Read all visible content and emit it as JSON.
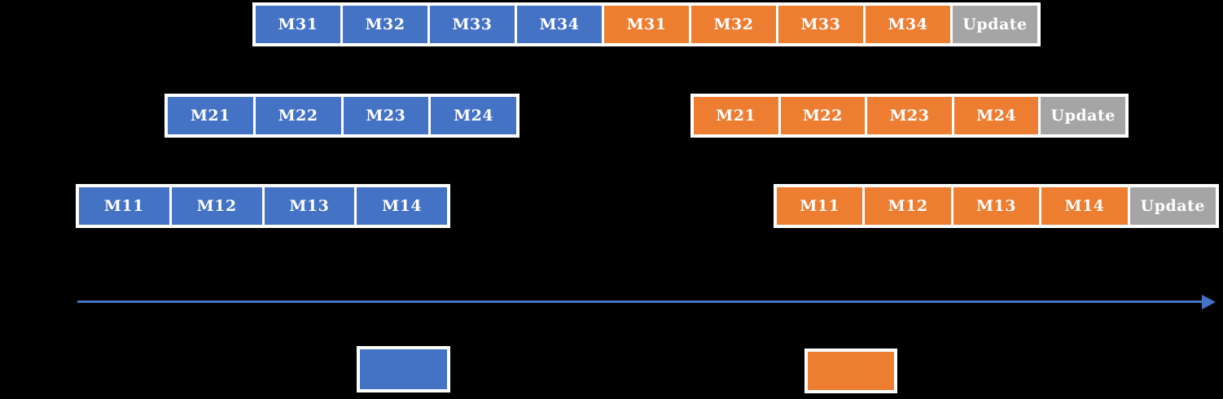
{
  "colors": {
    "background": "#000000",
    "blue": "#4472C4",
    "orange": "#ED7D31",
    "gray": "#A5A5A5",
    "frame": "#FFFFFF",
    "text": "#FFFFFF",
    "arrow": "#4472C4"
  },
  "bars": [
    {
      "id": "row3",
      "cells": [
        {
          "label": "M31",
          "color": "blue"
        },
        {
          "label": "M32",
          "color": "blue"
        },
        {
          "label": "M33",
          "color": "blue"
        },
        {
          "label": "M34",
          "color": "blue"
        },
        {
          "label": "M31",
          "color": "orange"
        },
        {
          "label": "M32",
          "color": "orange"
        },
        {
          "label": "M33",
          "color": "orange"
        },
        {
          "label": "M34",
          "color": "orange"
        },
        {
          "label": "Update",
          "color": "gray"
        }
      ]
    },
    {
      "id": "row2-blue",
      "cells": [
        {
          "label": "M21",
          "color": "blue"
        },
        {
          "label": "M22",
          "color": "blue"
        },
        {
          "label": "M23",
          "color": "blue"
        },
        {
          "label": "M24",
          "color": "blue"
        }
      ]
    },
    {
      "id": "row2-orange",
      "cells": [
        {
          "label": "M21",
          "color": "orange"
        },
        {
          "label": "M22",
          "color": "orange"
        },
        {
          "label": "M23",
          "color": "orange"
        },
        {
          "label": "M24",
          "color": "orange"
        },
        {
          "label": "Update",
          "color": "gray"
        }
      ]
    },
    {
      "id": "row1-blue",
      "cells": [
        {
          "label": "M11",
          "color": "blue"
        },
        {
          "label": "M12",
          "color": "blue"
        },
        {
          "label": "M13",
          "color": "blue"
        },
        {
          "label": "M14",
          "color": "blue"
        }
      ]
    },
    {
      "id": "row1-orange",
      "cells": [
        {
          "label": "M11",
          "color": "orange"
        },
        {
          "label": "M12",
          "color": "orange"
        },
        {
          "label": "M13",
          "color": "orange"
        },
        {
          "label": "M14",
          "color": "orange"
        },
        {
          "label": "Update",
          "color": "gray"
        }
      ]
    }
  ],
  "legend": {
    "swatches": [
      {
        "id": "legend-blue",
        "color": "blue"
      },
      {
        "id": "legend-orange",
        "color": "orange"
      }
    ]
  }
}
